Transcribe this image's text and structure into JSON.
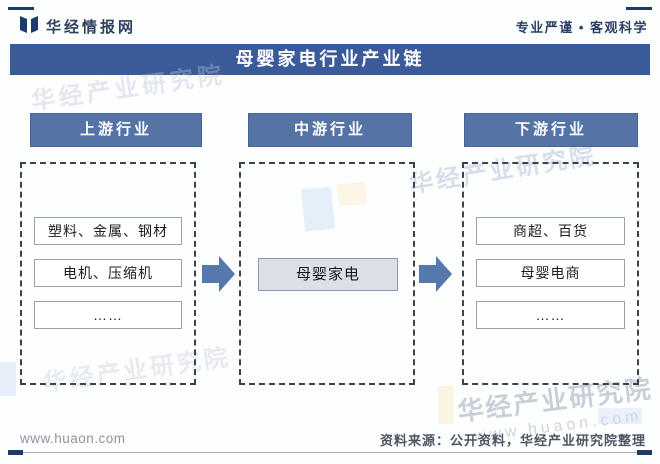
{
  "header": {
    "brand": "华经情报网",
    "tagline": "专业严谨 • 客观科学"
  },
  "title": "母婴家电行业产业链",
  "chain": {
    "upstream": {
      "header": "上游行业",
      "items": [
        "塑料、金属、钢材",
        "电机、压缩机",
        "……"
      ]
    },
    "midstream": {
      "header": "中游行业",
      "items": [
        "母婴家电"
      ]
    },
    "downstream": {
      "header": "下游行业",
      "items": [
        "商超、百货",
        "母婴电商",
        "……"
      ]
    }
  },
  "footer": {
    "url": "www.huaon.com",
    "source": "资料来源：公开资料，华经产业研究院整理"
  },
  "watermark": {
    "text": "华经产业研究院",
    "url": "www.huaon.com"
  },
  "colors": {
    "title_bar": "#3b5a9a",
    "column_header": "#5673a6",
    "arrow": "#5578ad",
    "accent_navy": "#1e3a6a",
    "mid_box_fill": "#dbdfe8"
  }
}
